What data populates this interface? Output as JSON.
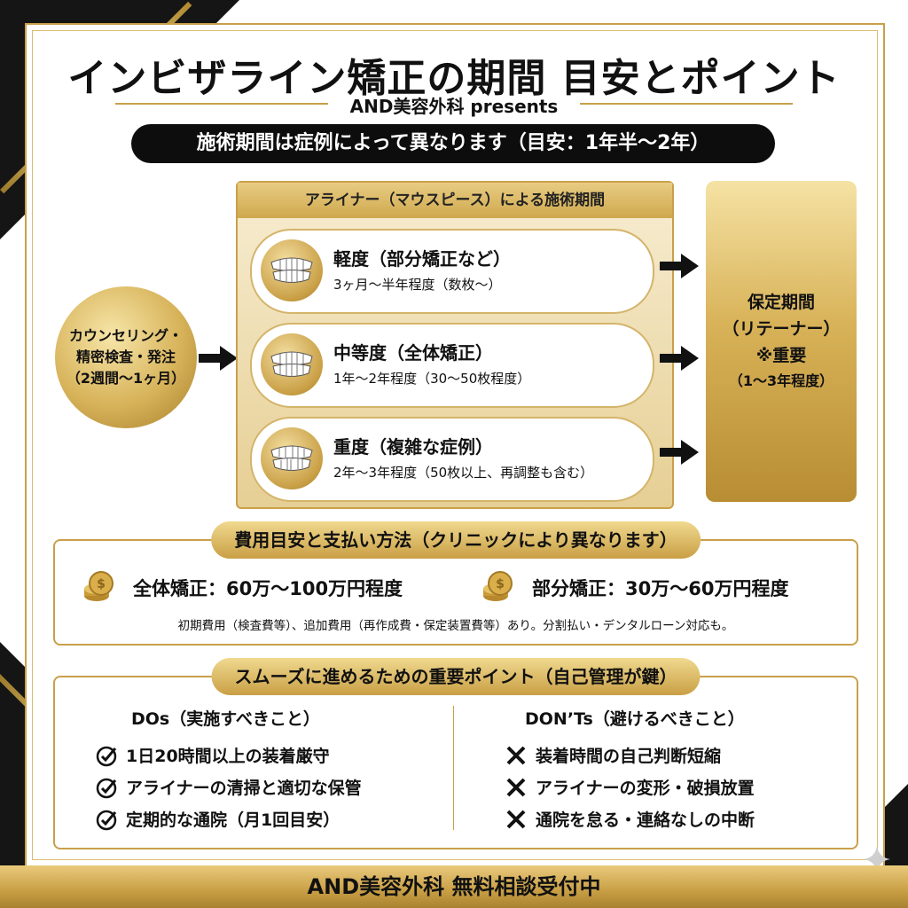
{
  "title": "インビザライン矯正の期間 目安とポイント",
  "subtitle": "AND美容外科 presents",
  "banner": "施術期間は症例によって異なります（目安：1年半〜2年）",
  "counseling": {
    "line1": "カウンセリング・",
    "line2": "精密検査・発注",
    "line3": "（2週間〜1ヶ月）"
  },
  "aligner": {
    "header": "アライナー（マウスピース）による施術期間",
    "stages": [
      {
        "title": "軽度（部分矯正など）",
        "sub": "3ヶ月〜半年程度（数枚〜）",
        "icon": "teeth-icon"
      },
      {
        "title": "中等度（全体矯正）",
        "sub": "1年〜2年程度（30〜50枚程度）",
        "icon": "teeth-icon"
      },
      {
        "title": "重度（複雑な症例）",
        "sub": "2年〜3年程度（50枚以上、再調整も含む）",
        "icon": "teeth-icon"
      }
    ]
  },
  "retention": {
    "line1": "保定期間",
    "line2": "（リテーナー）",
    "line3": "※重要",
    "line4": "（1〜3年程度）"
  },
  "cost": {
    "header": "費用目安と支払い方法（クリニックにより異なります）",
    "full": "全体矯正：60万〜100万円程度",
    "partial": "部分矯正：30万〜60万円程度",
    "note": "初期費用（検査費等）、追加費用（再作成費・保定装置費等）あり。分割払い・デンタルローン対応も。"
  },
  "points": {
    "header": "スムーズに進めるための重要ポイント（自己管理が鍵）",
    "dos_title": "DOs（実施すべきこと）",
    "dos": [
      "1日20時間以上の装着厳守",
      "アライナーの清掃と適切な保管",
      "定期的な通院（月1回目安）"
    ],
    "donts_title": "DON’Ts（避けるべきこと）",
    "donts": [
      "装着時間の自己判断短縮",
      "アライナーの変形・破損放置",
      "通院を怠る・連絡なしの中断"
    ]
  },
  "footer": "AND美容外科 無料相談受付中",
  "colors": {
    "gold": "#c9a04a",
    "black": "#0d0d0d"
  }
}
